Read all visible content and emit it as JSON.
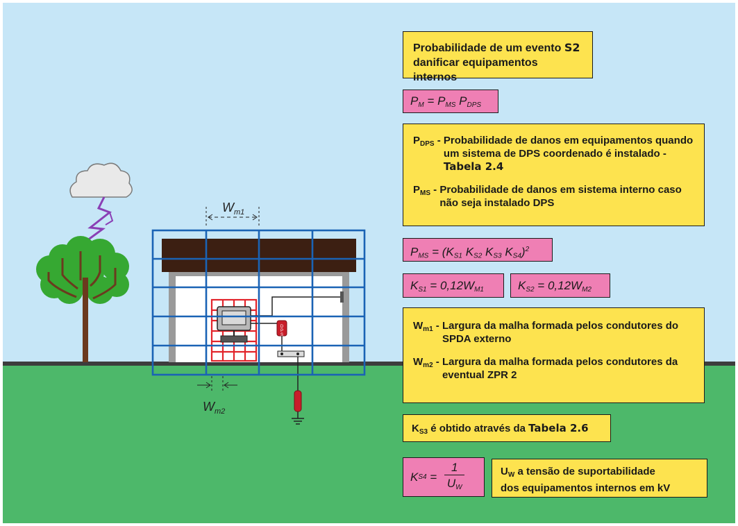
{
  "colors": {
    "sky": "#c6e6f7",
    "grass": "#4db86a",
    "ground_line": "#3d3d3d",
    "box_yellow": "#fde34f",
    "box_pink": "#ef7fb4",
    "grid_blue": "#1a63b5",
    "mesh_red": "#e2242b",
    "roof": "#3c1f12",
    "tree_green": "#36a832",
    "trunk": "#6b3a1e",
    "lightning": "#8a3fb5"
  },
  "illustration": {
    "wm1_label": "W",
    "wm1_sub": "m1",
    "wm2_label": "W",
    "wm2_sub": "m2",
    "dps_text": "DPS"
  },
  "title_box": {
    "line1_prefix": "Probabilidade de um evento ",
    "line1_bold": "S2",
    "line2": "danificar equipamentos internos"
  },
  "formula_pm": {
    "p1": "P",
    "s1": "M",
    "eq": " = ",
    "p2": "P",
    "s2": "MS",
    "sp": " ",
    "p3": "P",
    "s3": "DPS"
  },
  "definitions_box": {
    "pdps_sym": "P",
    "pdps_sub": "DPS",
    "pdps_dash": " - ",
    "pdps_text": "Probabilidade de danos em equipamentos quando um sistema de DPS coordenado é instalado - ",
    "pdps_ref": "Tabela 2.4",
    "pms_sym": "P",
    "pms_sub": "MS",
    "pms_dash": " - ",
    "pms_text": "Probabilidade de danos em sistema interno caso não seja instalado DPS"
  },
  "formula_pms": {
    "lhs": "P",
    "lhs_sub": "MS",
    "eq": " = (",
    "k": "K",
    "k1": "S1",
    "k2": "S2",
    "k3": "S3",
    "k4": "S4",
    "close": ")",
    "exp": "2"
  },
  "formula_ks1": {
    "k": "K",
    "sub": "S1",
    "eq": " = 0,12",
    "w": "W",
    "wsub": "M1"
  },
  "formula_ks2": {
    "k": "K",
    "sub": "S2",
    "eq": " = 0,12",
    "w": "W",
    "wsub": "M2"
  },
  "mesh_box": {
    "wm1_sym": "W",
    "wm1_sub": "m1",
    "wm1_dash": " - ",
    "wm1_text": "Largura da malha formada pelos condutores do SPDA externo",
    "wm2_sym": "W",
    "wm2_sub": "m2",
    "wm2_dash": " - ",
    "wm2_text": "Largura da malha formada pelos condutores da eventual ZPR 2"
  },
  "ks3_box": {
    "k": "K",
    "sub": "S3",
    "text": " é obtido através da ",
    "ref": "Tabela 2.6"
  },
  "formula_ks4": {
    "k": "K",
    "sub": "S4",
    "eq": " = ",
    "num": "1",
    "den_w": "U",
    "den_sub": "W"
  },
  "uw_box": {
    "u": "U",
    "sub": "W",
    "line1": " a tensão de suportabilidade",
    "line2": "dos equipamentos internos em kV"
  }
}
